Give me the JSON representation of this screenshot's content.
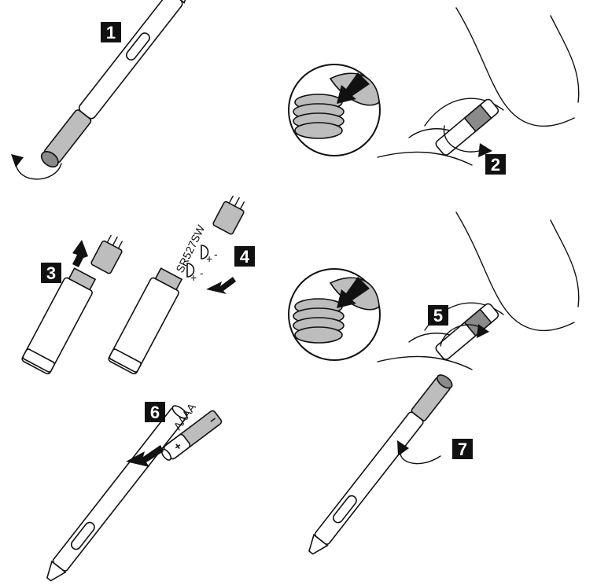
{
  "steps": [
    {
      "number": "1"
    },
    {
      "number": "2"
    },
    {
      "number": "3"
    },
    {
      "number": "4"
    },
    {
      "number": "5"
    },
    {
      "number": "6"
    },
    {
      "number": "7"
    }
  ],
  "labels": {
    "button_cell_model": "SR527SW",
    "polarity_plus": "+",
    "polarity_minus": "-",
    "battery_type": "AAAA",
    "battery_plus": "+",
    "battery_minus": "−"
  },
  "colors": {
    "ink": "#111111",
    "shade": "#bdbdbd",
    "dark_shade": "#8a8a8a",
    "background": "#ffffff"
  }
}
